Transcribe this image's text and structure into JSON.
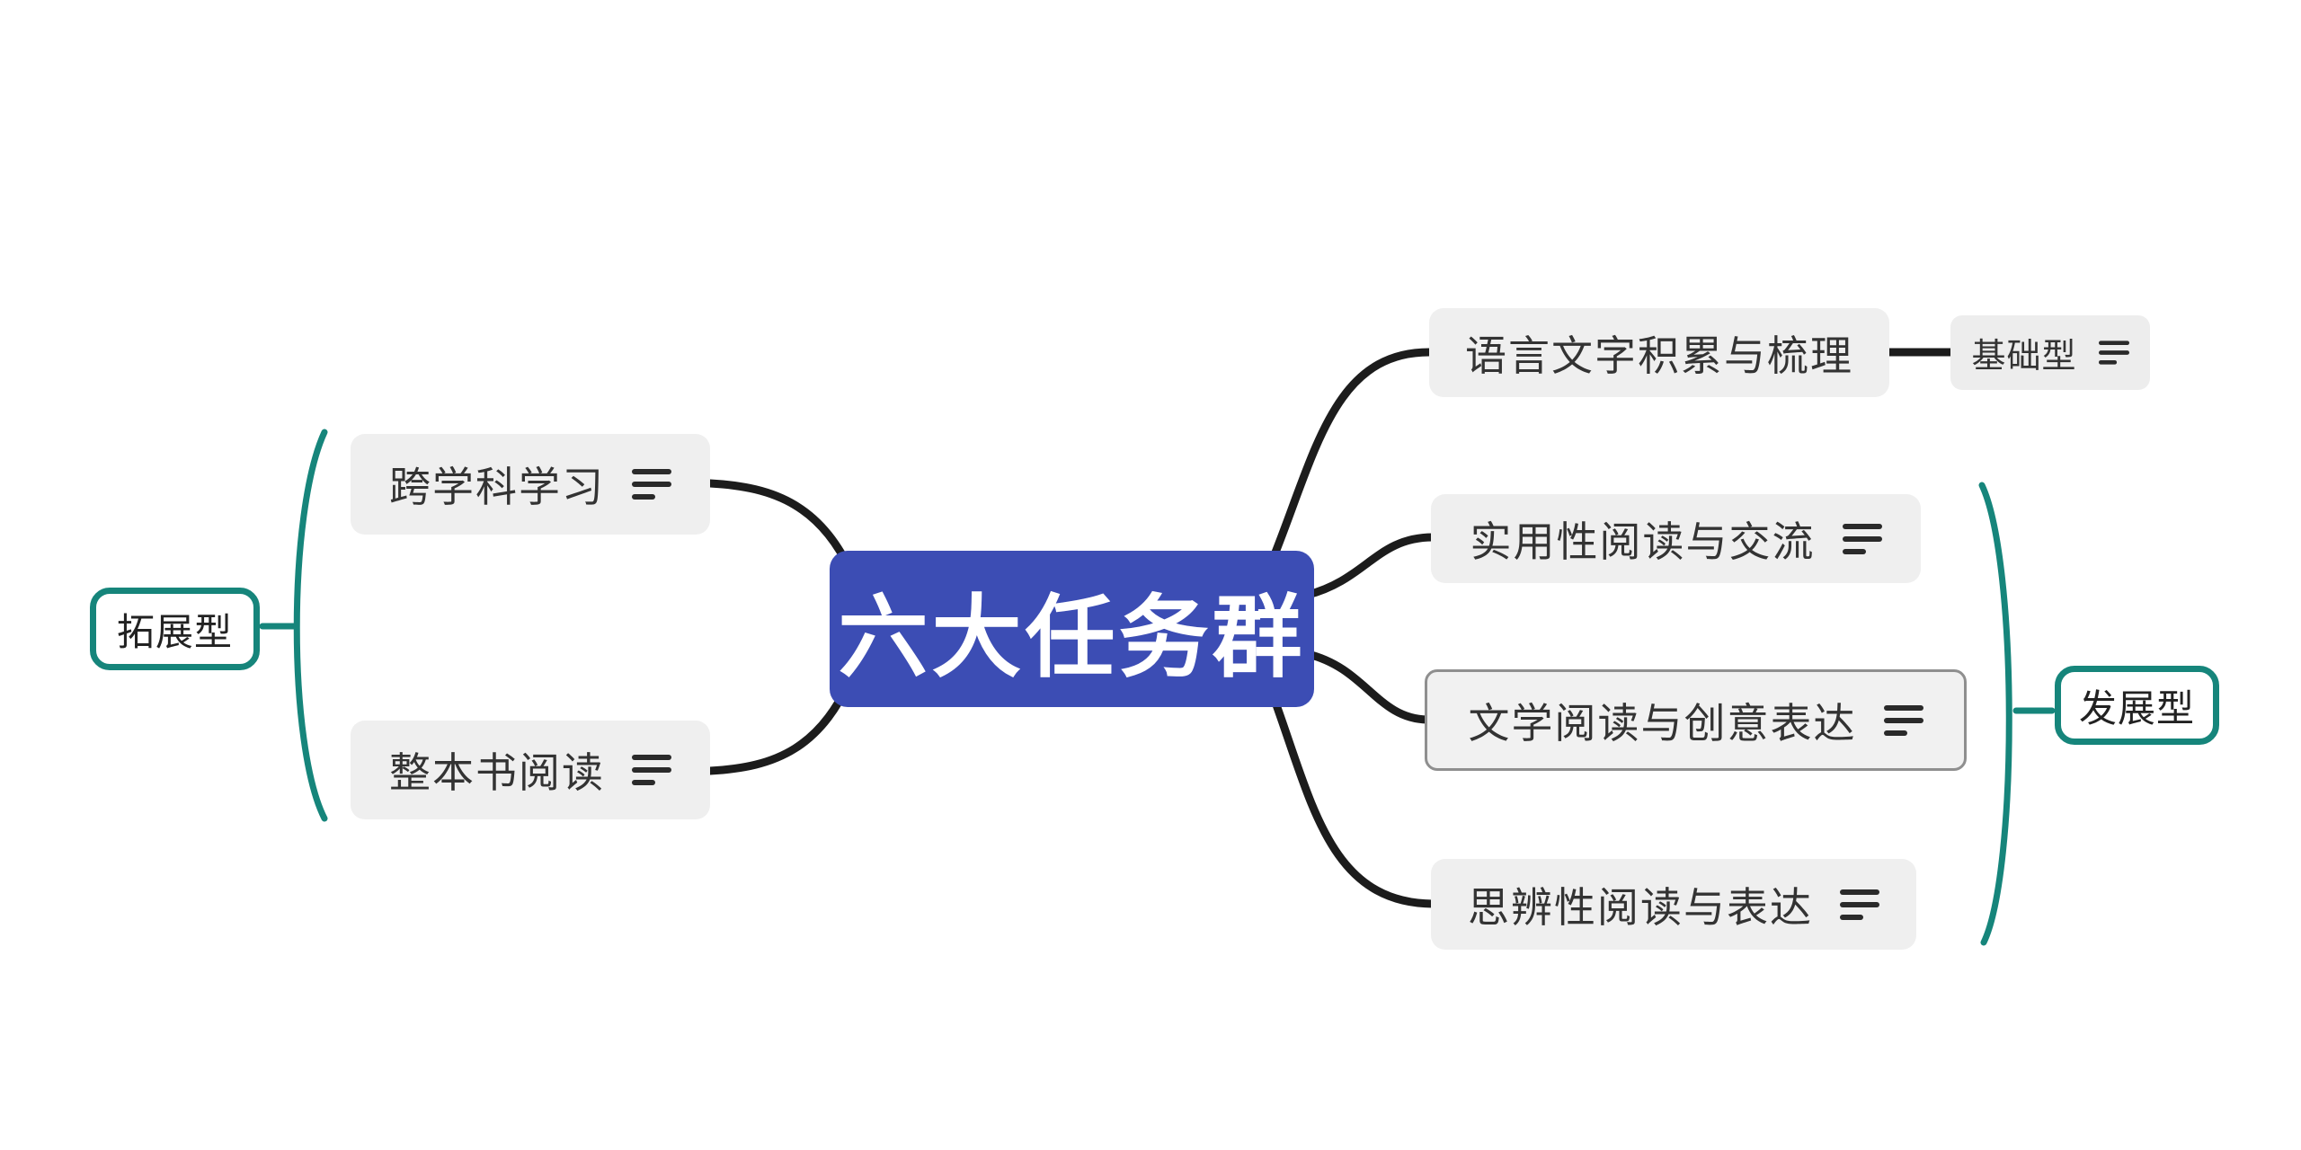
{
  "mindmap": {
    "root": {
      "label": "六大任务群"
    },
    "left": {
      "category": {
        "label": "拓展型"
      },
      "nodes": [
        {
          "label": "跨学科学习",
          "has_notes_icon": true
        },
        {
          "label": "整本书阅读",
          "has_notes_icon": true
        }
      ]
    },
    "right": {
      "basic_category": {
        "label": "基础型",
        "has_notes_icon": true
      },
      "development_category": {
        "label": "发展型"
      },
      "nodes": [
        {
          "label": "语言文字积累与梳理",
          "has_notes_icon": false
        },
        {
          "label": "实用性阅读与交流",
          "has_notes_icon": true
        },
        {
          "label": "文学阅读与创意表达",
          "has_notes_icon": true,
          "selected": true
        },
        {
          "label": "思辨性阅读与表达",
          "has_notes_icon": true
        }
      ]
    },
    "colors": {
      "root_fill": "#3c4db4",
      "root_text": "#ffffff",
      "node_fill": "#efefef",
      "node_text": "#333333",
      "edge": "#1c1c1c",
      "category_border": "#16857b",
      "selected_border": "#8f8f8f",
      "icon": "#2a2a2a"
    }
  }
}
